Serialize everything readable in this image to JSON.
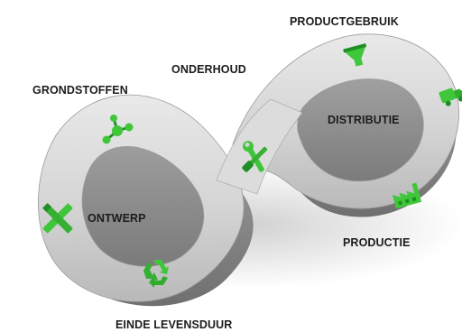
{
  "diagram": {
    "stages": {
      "productgebruik": "PRODUCTGEBRUIK",
      "onderhoud": "ONDERHOUD",
      "grondstoffen": "GRONDSTOFFEN",
      "distributie": "DISTRIBUTIE",
      "ontwerp": "ONTWERP",
      "productie": "PRODUCTIE",
      "einde_levensduur": "EINDE LEVENSDUUR"
    },
    "icons": [
      "molecule-icon",
      "wrench-screwdriver-icon",
      "funnel-icon",
      "truck-icon",
      "factory-icon",
      "recycle-icon",
      "ruler-pencil-icon"
    ],
    "colors": {
      "band": "#d6d6d6",
      "band_shadow": "#8a8a8a",
      "icon": "#3fc63a",
      "icon_dark": "#1f8f25",
      "text": "#1c1c1c"
    }
  }
}
